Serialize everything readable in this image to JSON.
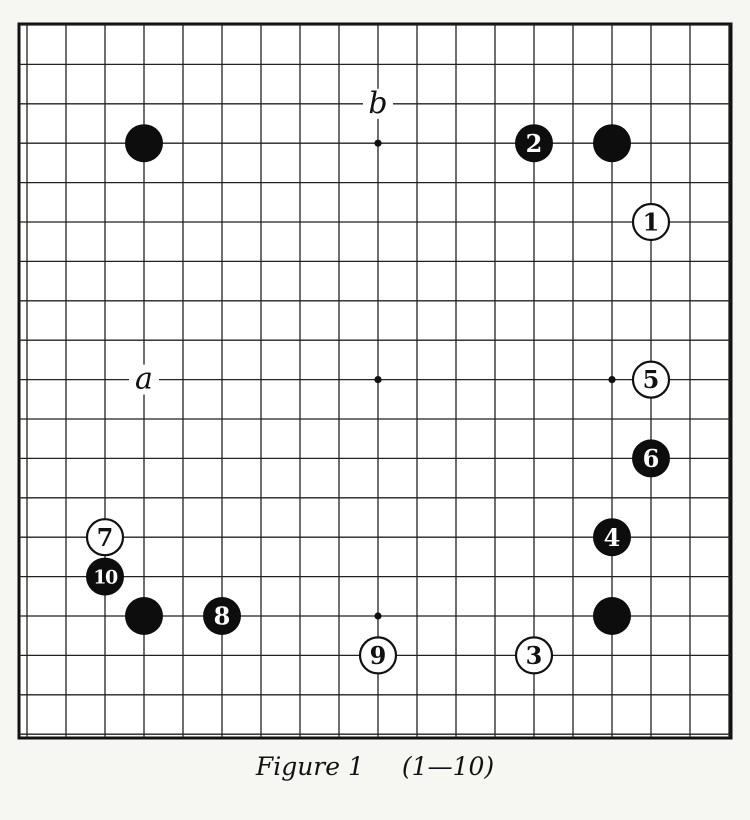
{
  "figure": {
    "caption": "Figure 1",
    "range": "(1—10)"
  },
  "board": {
    "lines_shown": 19,
    "star_points": [
      [
        4,
        4
      ],
      [
        10,
        4
      ],
      [
        16,
        4
      ],
      [
        4,
        10
      ],
      [
        10,
        10
      ],
      [
        16,
        10
      ],
      [
        4,
        16
      ],
      [
        10,
        16
      ],
      [
        16,
        16
      ]
    ],
    "labels": [
      {
        "text": "b",
        "col": 10,
        "row": 3
      },
      {
        "text": "a",
        "col": 4,
        "row": 10
      }
    ],
    "stones": [
      {
        "color": "black",
        "col": 4,
        "row": 4,
        "label": ""
      },
      {
        "color": "black",
        "col": 16,
        "row": 4,
        "label": ""
      },
      {
        "color": "black",
        "col": 4,
        "row": 16,
        "label": ""
      },
      {
        "color": "black",
        "col": 16,
        "row": 16,
        "label": ""
      },
      {
        "color": "white",
        "col": 17,
        "row": 6,
        "label": "1"
      },
      {
        "color": "black",
        "col": 14,
        "row": 4,
        "label": "2"
      },
      {
        "color": "white",
        "col": 14,
        "row": 17,
        "label": "3"
      },
      {
        "color": "black",
        "col": 16,
        "row": 14,
        "label": "4"
      },
      {
        "color": "white",
        "col": 17,
        "row": 10,
        "label": "5"
      },
      {
        "color": "black",
        "col": 17,
        "row": 12,
        "label": "6"
      },
      {
        "color": "white",
        "col": 3,
        "row": 14,
        "label": "7"
      },
      {
        "color": "black",
        "col": 6,
        "row": 16,
        "label": "8"
      },
      {
        "color": "white",
        "col": 10,
        "row": 17,
        "label": "9"
      },
      {
        "color": "black",
        "col": 3,
        "row": 15,
        "label": "10"
      }
    ]
  }
}
